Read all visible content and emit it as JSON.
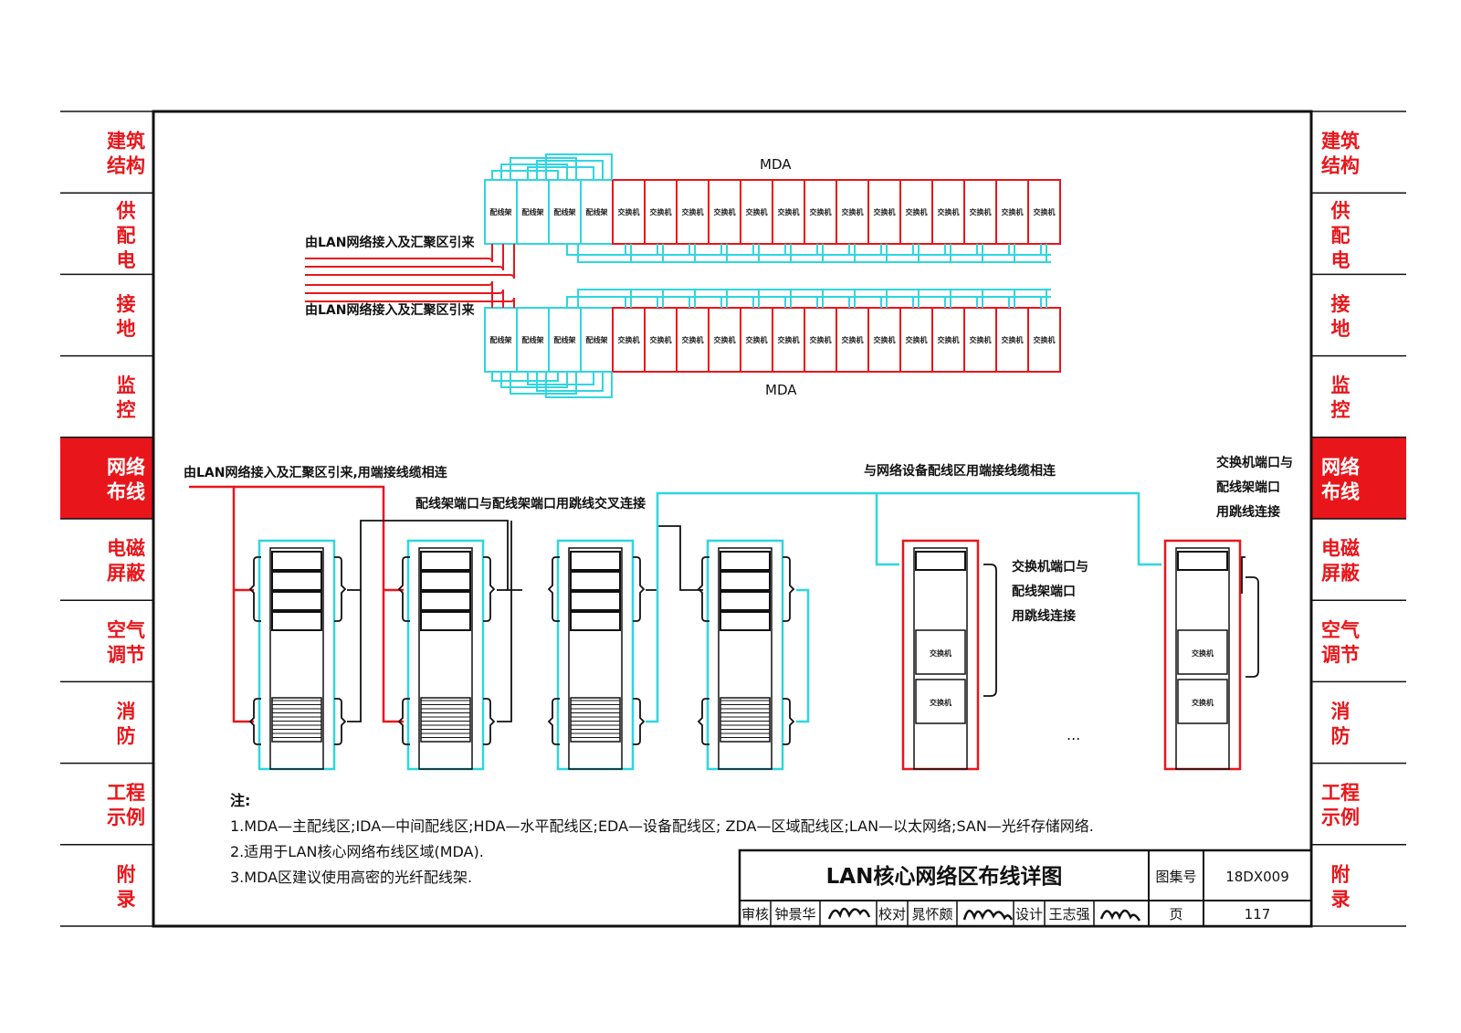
{
  "side_tabs": [
    {
      "line1": "建筑",
      "line2": "结构",
      "line3": "",
      "active": false
    },
    {
      "line1": "供",
      "line2": "配",
      "line3": "电",
      "active": false
    },
    {
      "line1": "接",
      "line2": "地",
      "line3": "",
      "active": false
    },
    {
      "line1": "监",
      "line2": "控",
      "line3": "",
      "active": false
    },
    {
      "line1": "网络",
      "line2": "布线",
      "line3": "",
      "active": true
    },
    {
      "line1": "电磁",
      "line2": "屏蔽",
      "line3": "",
      "active": false
    },
    {
      "line1": "空气",
      "line2": "调节",
      "line3": "",
      "active": false
    },
    {
      "line1": "消",
      "line2": "防",
      "line3": "",
      "active": false
    },
    {
      "line1": "工程",
      "line2": "示例",
      "line3": "",
      "active": false
    },
    {
      "line1": "附",
      "line2": "录",
      "line3": "",
      "active": false
    }
  ],
  "mda_top": {
    "label": "MDA",
    "patch_label": "配线架",
    "switch_label": "交换机",
    "patch_count": 4,
    "switch_count": 14,
    "incoming_label": "由LAN网络接入及汇聚区引来"
  },
  "mda_bottom": {
    "label": "MDA",
    "patch_label": "配线架",
    "switch_label": "交换机",
    "patch_count": 4,
    "switch_count": 14,
    "incoming_label": "由LAN网络接入及汇聚区引来"
  },
  "lower": {
    "incoming_label": "由LAN网络接入及汇聚区引来,用端接线缆相连",
    "cross_label": "配线架端口与配线架端口用跳线交叉连接",
    "device_area_label": "与网络设备配线区用端接线缆相连",
    "switch_conn_line1": "交换机端口与",
    "switch_conn_line2": "配线架端口",
    "switch_conn_line3": "用跳线连接",
    "switch_conn_right_line1": "交换机端口与",
    "switch_conn_right_line2": "配线架端口",
    "switch_conn_right_line3": "用跳线连接",
    "switch_label": "交换机",
    "ellipsis": "..."
  },
  "notes": {
    "heading": "注:",
    "line1": "1.MDA—主配线区;IDA—中间配线区;HDA—水平配线区;EDA—设备配线区; ZDA—区域配线区;LAN—以太网络;SAN—光纤存储网络.",
    "line2": "2.适用于LAN核心网络布线区域(MDA).",
    "line3": "3.MDA区建议使用高密的光纤配线架."
  },
  "title_block": {
    "title": "LAN核心网络区布线详图",
    "atlas_label": "图集号",
    "atlas_no": "18DX009",
    "review_label": "审核",
    "reviewer": "钟景华",
    "check_label": "校对",
    "checker": "晁怀颇",
    "design_label": "设计",
    "designer": "王志强",
    "page_label": "页",
    "page_no": "117"
  },
  "colors": {
    "red": "#e8161b",
    "cyan": "#2fd6e0",
    "black": "#111111"
  }
}
